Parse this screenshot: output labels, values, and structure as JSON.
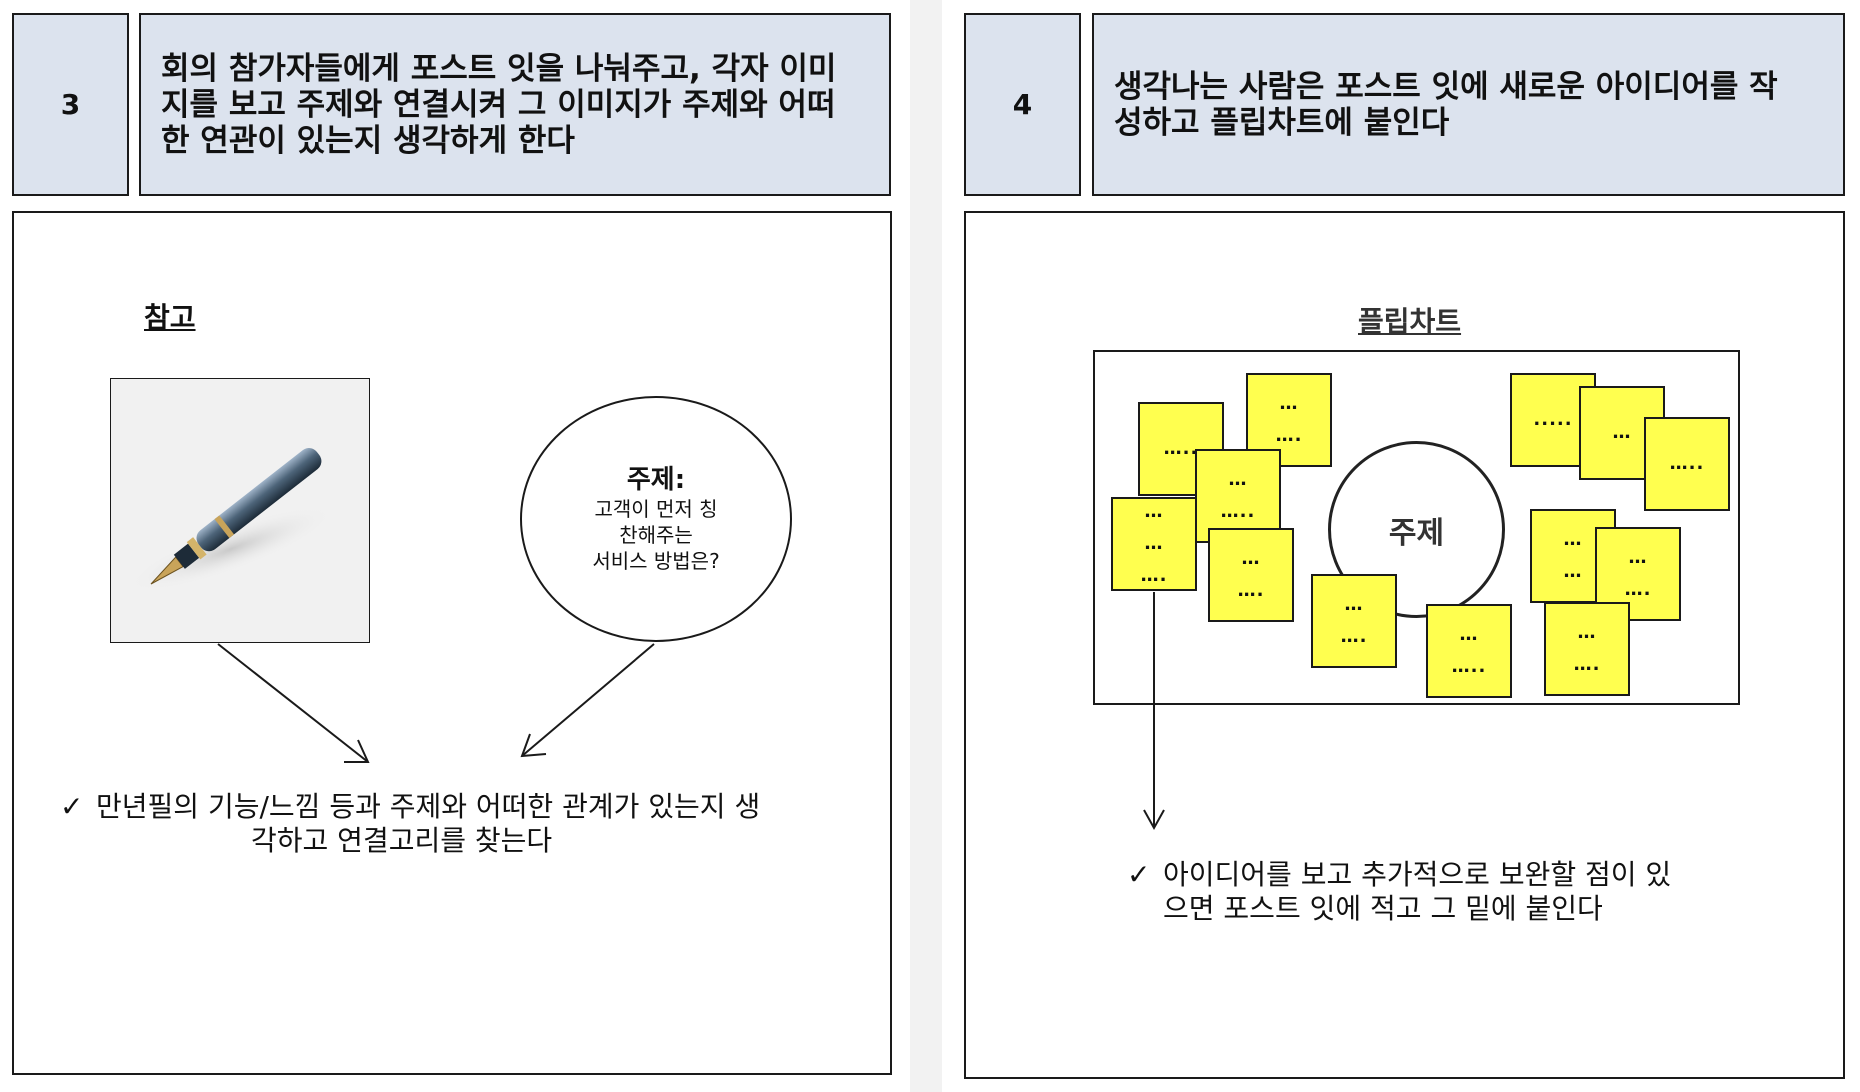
{
  "left": {
    "step_number": "3",
    "instruction_lines": [
      "회의 참가자들에게 포스트 잇을 나눠주고, 각자 이미",
      "지를 보고 주제와 연결시켜 그 이미지가 주제와 어떠",
      "한 연관이 있는지 생각하게 한다"
    ],
    "reference_heading": "참고",
    "topic_bubble": {
      "title": "주제:",
      "lines": [
        "고객이 먼저 칭",
        "찬해주는",
        "서비스 방법은?"
      ]
    },
    "note": {
      "check": "✓",
      "lines": [
        "만년필의 기능/느낌 등과 주제와 어떠한 관계가 있는지 생",
        "각하고 연결고리를 찾는다"
      ]
    }
  },
  "right": {
    "step_number": "4",
    "instruction_lines": [
      "생각나는 사람은 포스트 잇에 새로운 아이디어를 작",
      "성하고 플립차트에 붙인다"
    ],
    "flipchart_heading": "플립차트",
    "topic_label": "주제",
    "sticky_notes": [
      [
        "…..",
        ""
      ],
      [
        "…",
        "…."
      ],
      [
        "…",
        "…",
        "…."
      ],
      [
        "…",
        "….."
      ],
      [
        "…",
        "…."
      ],
      [
        "…",
        "…."
      ],
      [
        "…",
        "….."
      ],
      [
        ".....",
        ""
      ],
      [
        "…",
        ""
      ],
      [
        "…..",
        ""
      ],
      [
        "…",
        "…"
      ],
      [
        "…",
        "…."
      ],
      [
        "…",
        "…."
      ]
    ],
    "note": {
      "check": "✓",
      "lines": [
        "아이디어를 보고 추가적으로 보완할 점이 있",
        "으면 포스트 잇에 적고 그 밑에 붙인다"
      ]
    }
  }
}
